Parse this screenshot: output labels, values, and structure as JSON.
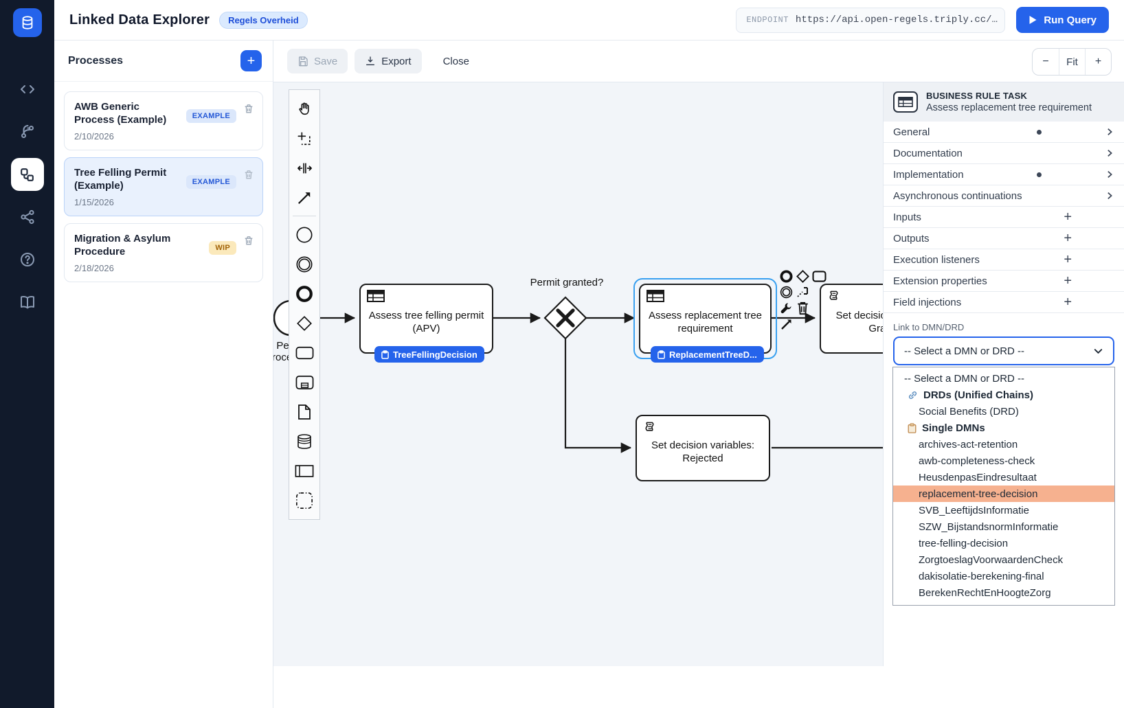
{
  "colors": {
    "accent": "#2563eb",
    "sidebar_bg": "#111a2b",
    "canvas_bg": "#f2f5f9",
    "selection": "#39a0f0",
    "badge_bg": "#2563eb",
    "highlight_option": "#f6b18f",
    "example_badge_bg": "#dbe7fb",
    "wip_badge_bg": "#fbe9bb"
  },
  "sidebar": {
    "logo_icon": "database-icon",
    "items": [
      "code-icon",
      "git-branch-icon",
      "workflow-icon",
      "share-icon",
      "help-icon",
      "book-icon"
    ],
    "active_item": "workflow-icon"
  },
  "header": {
    "title": "Linked Data Explorer",
    "badge": "Regels Overheid",
    "endpoint_label": "ENDPOINT",
    "endpoint_value": "https://api.open-regels.triply.cc/…",
    "run_query_label": "Run Query"
  },
  "toolbar": {
    "save_label": "Save",
    "export_label": "Export",
    "close_label": "Close",
    "zoom_out": "−",
    "fit_label": "Fit",
    "zoom_in": "+"
  },
  "processes": {
    "title": "Processes",
    "add_label": "+",
    "items": [
      {
        "title": "AWB Generic Process (Example)",
        "badge": "EXAMPLE",
        "date": "2/10/2026",
        "selected": false
      },
      {
        "title": "Tree Felling Permit (Example)",
        "badge": "EXAMPLE",
        "date": "1/15/2026",
        "selected": true
      },
      {
        "title": "Migration & Asylum Procedure",
        "badge": "WIP",
        "date": "2/18/2026",
        "selected": false
      }
    ]
  },
  "diagram": {
    "start_event_label": "Permit processing",
    "gateway_label": "Permit granted?",
    "tasks": [
      {
        "name": "Assess tree felling permit (APV)",
        "type": "business-rule-task",
        "badge": "TreeFellingDecision"
      },
      {
        "name": "Assess replacement tree requirement",
        "type": "business-rule-task",
        "badge": "ReplacementTreeD...",
        "selected": true
      },
      {
        "name": "Set decision variables: Granted",
        "type": "script-task"
      },
      {
        "name": "Set decision variables: Rejected",
        "type": "script-task"
      }
    ]
  },
  "properties": {
    "type_label": "BUSINESS RULE TASK",
    "element_name": "Assess replacement tree requirement",
    "sections": [
      {
        "label": "General",
        "indicator": "dot",
        "action": "chevron"
      },
      {
        "label": "Documentation",
        "indicator": "none",
        "action": "chevron"
      },
      {
        "label": "Implementation",
        "indicator": "dot",
        "action": "chevron"
      },
      {
        "label": "Asynchronous continuations",
        "indicator": "none",
        "action": "chevron"
      },
      {
        "label": "Inputs",
        "indicator": "none",
        "action": "plus"
      },
      {
        "label": "Outputs",
        "indicator": "none",
        "action": "plus"
      },
      {
        "label": "Execution listeners",
        "indicator": "none",
        "action": "plus"
      },
      {
        "label": "Extension properties",
        "indicator": "none",
        "action": "plus"
      },
      {
        "label": "Field injections",
        "indicator": "none",
        "action": "plus"
      }
    ],
    "link_label": "Link to DMN/DRD",
    "select_value": "-- Select a DMN or DRD --",
    "options": [
      {
        "label": "-- Select a DMN or DRD --",
        "kind": "default"
      },
      {
        "label": "DRDs (Unified Chains)",
        "kind": "group",
        "icon": "link-icon"
      },
      {
        "label": "Social Benefits (DRD)",
        "kind": "item"
      },
      {
        "label": "Single DMNs",
        "kind": "group",
        "icon": "clipboard-icon"
      },
      {
        "label": "archives-act-retention",
        "kind": "item"
      },
      {
        "label": "awb-completeness-check",
        "kind": "item"
      },
      {
        "label": "HeusdenpasEindresultaat",
        "kind": "item"
      },
      {
        "label": "replacement-tree-decision",
        "kind": "item",
        "highlighted": true
      },
      {
        "label": "SVB_LeeftijdsInformatie",
        "kind": "item"
      },
      {
        "label": "SZW_BijstandsnormInformatie",
        "kind": "item"
      },
      {
        "label": "tree-felling-decision",
        "kind": "item"
      },
      {
        "label": "ZorgtoeslagVoorwaardenCheck",
        "kind": "item"
      },
      {
        "label": "dakisolatie-berekening-final",
        "kind": "item"
      },
      {
        "label": "BerekenRechtEnHoogteZorg",
        "kind": "item"
      }
    ]
  }
}
